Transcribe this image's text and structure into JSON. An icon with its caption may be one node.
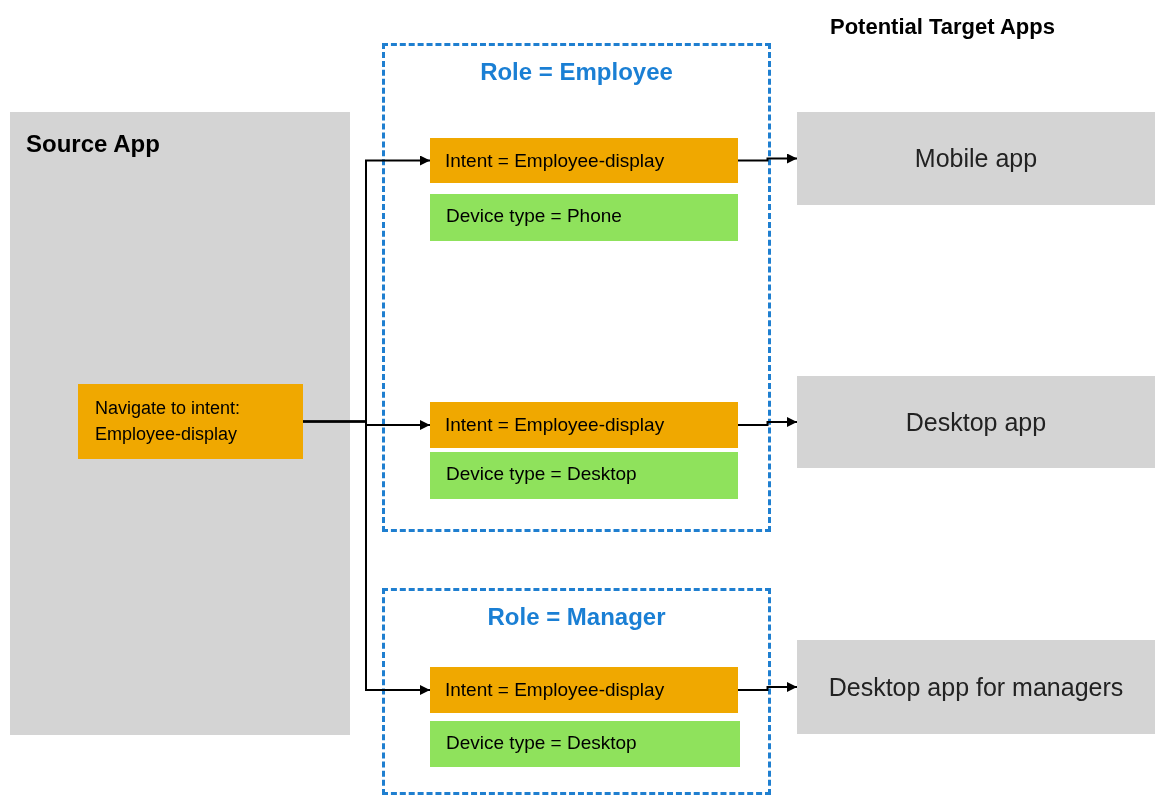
{
  "diagram": {
    "nodes": [
      {
        "text": [
          "Source App"
        ]
      },
      {
        "text": [
          "Navigate to intent: Employee-display"
        ],
        "in": 0
      },
      {
        "text": [
          "Role = Employee"
        ]
      },
      {
        "text": [
          "Intent = Employee-display"
        ],
        "in": 2
      },
      {
        "text": [
          "Device type = Phone"
        ],
        "in": 2
      },
      {
        "text": [
          "Intent = Employee-display"
        ],
        "in": 2
      },
      {
        "text": [
          "Device type = Desktop"
        ],
        "in": 2
      },
      {
        "text": [
          "Role = Manager"
        ]
      },
      {
        "text": [
          "Intent = Employee-display"
        ],
        "in": 7
      },
      {
        "text": [
          "Device type = Desktop"
        ],
        "in": 7
      },
      {
        "text": [
          "Mobile app"
        ]
      },
      {
        "text": [
          "Desktop app"
        ]
      },
      {
        "text": [
          "Desktop app for managers"
        ]
      }
    ],
    "edges": [
      {
        "from": 1,
        "to": 3,
        "arrow": "to"
      },
      {
        "from": 1,
        "to": 5,
        "arrow": "to"
      },
      {
        "from": 1,
        "to": 8,
        "arrow": "to"
      },
      {
        "from": 3,
        "to": 10,
        "arrow": "to"
      },
      {
        "from": 5,
        "to": 11,
        "arrow": "to"
      },
      {
        "from": 8,
        "to": 12,
        "arrow": "to"
      }
    ],
    "labels": [
      "Potential Target Apps"
    ]
  }
}
